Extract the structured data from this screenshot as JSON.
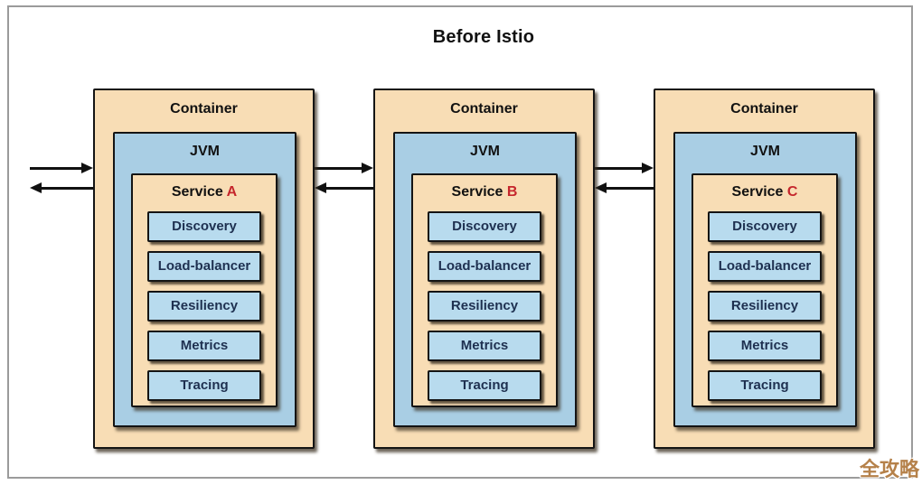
{
  "title": "Before Istio",
  "watermark": "全攻略",
  "components": [
    "Discovery",
    "Load-balancer",
    "Resiliency",
    "Metrics",
    "Tracing"
  ],
  "containers": [
    {
      "container_label": "Container",
      "jvm_label": "JVM",
      "service_label": "Service",
      "service_letter": "A"
    },
    {
      "container_label": "Container",
      "jvm_label": "JVM",
      "service_label": "Service",
      "service_letter": "B"
    },
    {
      "container_label": "Container",
      "jvm_label": "JVM",
      "service_label": "Service",
      "service_letter": "C"
    }
  ],
  "colors": {
    "peach": "#f8ddb5",
    "blue": "#a9cee4",
    "inner_blue": "#b8dbee",
    "border_black": "#141414",
    "navy_text": "#1e3050",
    "letter_red": "#c5262c",
    "frame_gray": "#9b9b9b",
    "watermark_tan": "#b5814a"
  }
}
